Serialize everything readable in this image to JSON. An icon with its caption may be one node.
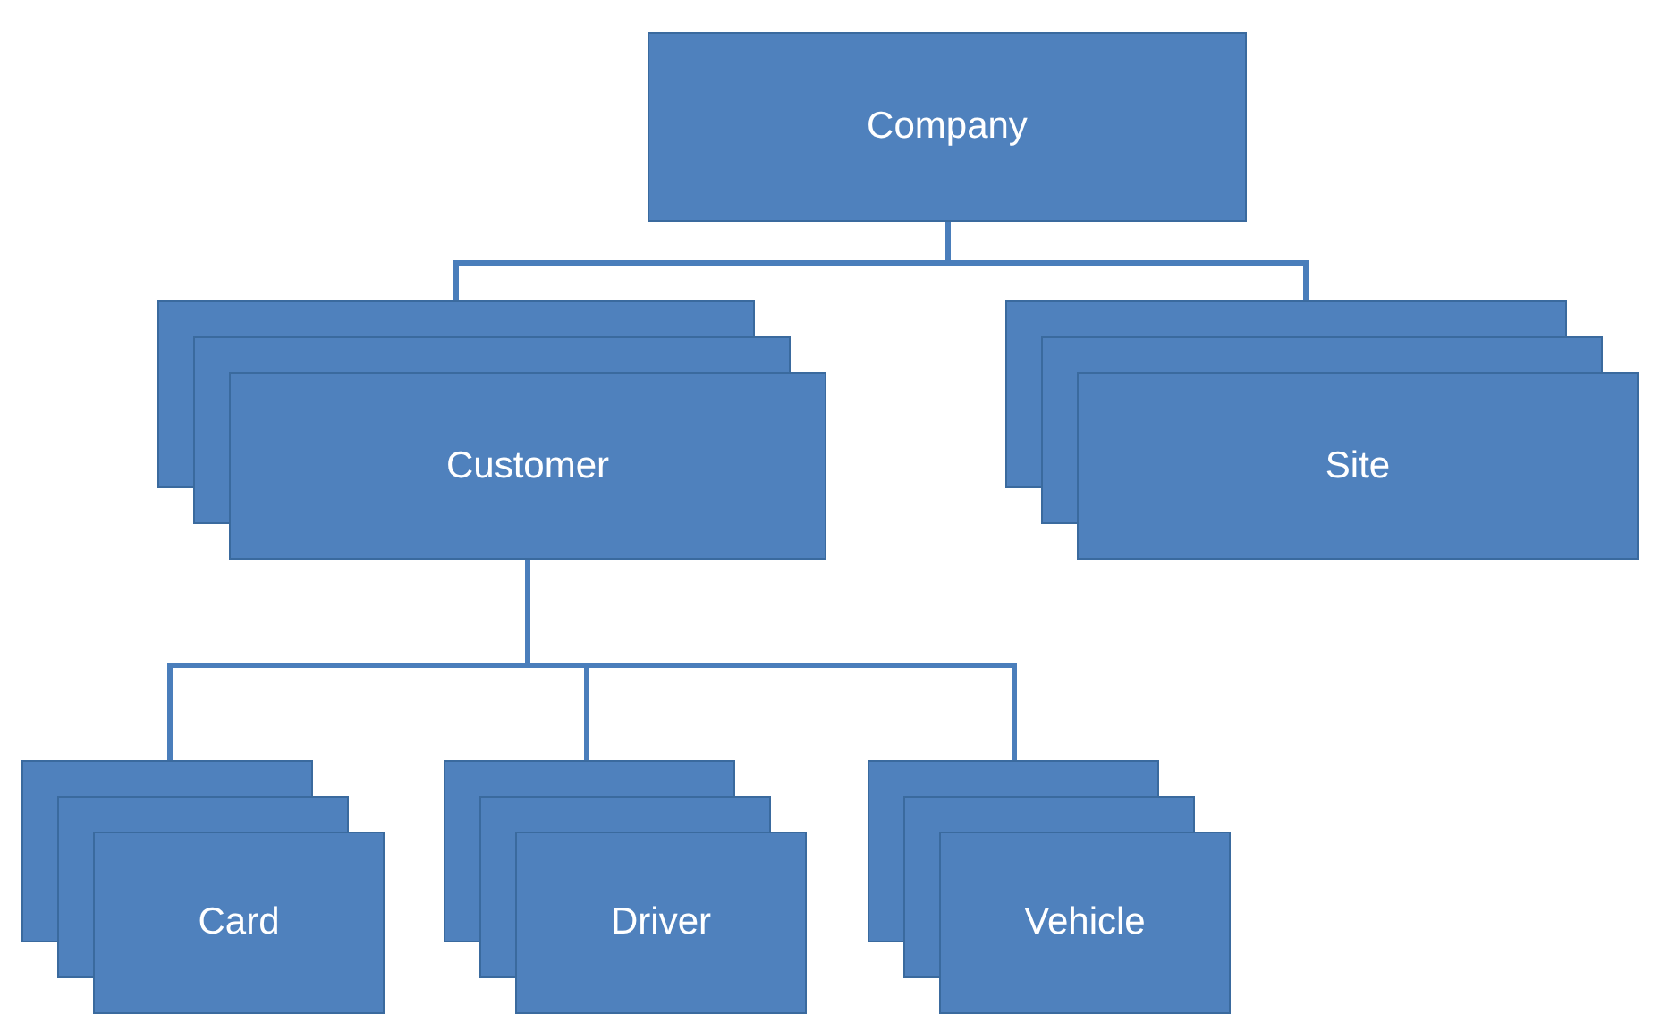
{
  "diagram": {
    "nodes": [
      {
        "text": [
          "Company"
        ]
      },
      {
        "text": [
          "Customer"
        ]
      },
      {
        "text": [
          "Site"
        ]
      },
      {
        "text": [
          "Card"
        ]
      },
      {
        "text": [
          "Driver"
        ]
      },
      {
        "text": [
          "Vehicle"
        ]
      }
    ],
    "edges": [
      {
        "from": 0,
        "to": 1,
        "arrow": "none"
      },
      {
        "from": 0,
        "to": 2,
        "arrow": "none"
      },
      {
        "from": 1,
        "to": 3,
        "arrow": "none"
      },
      {
        "from": 1,
        "to": 4,
        "arrow": "none"
      },
      {
        "from": 1,
        "to": 5,
        "arrow": "none"
      }
    ]
  }
}
